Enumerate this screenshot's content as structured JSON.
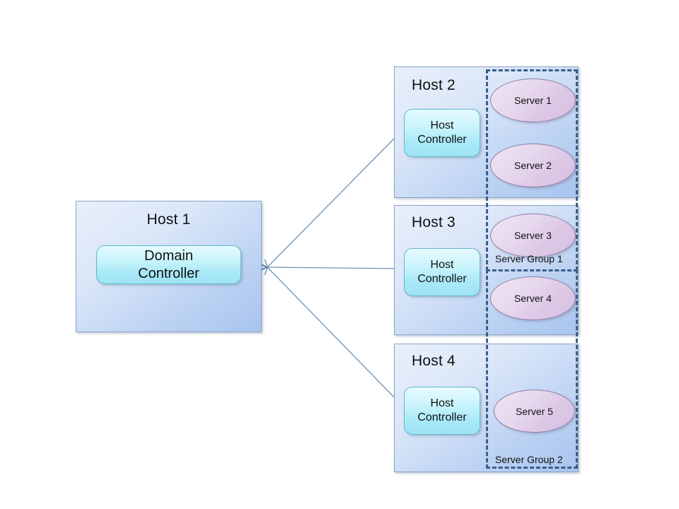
{
  "diagram": {
    "title_text": "",
    "colors": {
      "host_border": "#8aa4c8",
      "host_fill_light": "#e8effa",
      "host_fill_dark": "#a8c4ee",
      "controller_border": "#63b8cc",
      "controller_fill": "#c8f3fb",
      "server_border": "#8e7fa8",
      "server_fill": "#ddc9e6",
      "group_dash": "#3a5e8c",
      "arrow": "#6d91b5"
    }
  },
  "hosts": [
    {
      "id": "host-1",
      "label": "Host 1",
      "controller": {
        "line1": "Domain",
        "line2": "Controller"
      }
    },
    {
      "id": "host-2",
      "label": "Host 2",
      "controller": {
        "line1": "Host",
        "line2": "Controller"
      }
    },
    {
      "id": "host-3",
      "label": "Host 3",
      "controller": {
        "line1": "Host",
        "line2": "Controller"
      }
    },
    {
      "id": "host-4",
      "label": "Host 4",
      "controller": {
        "line1": "Host",
        "line2": "Controller"
      }
    }
  ],
  "servers": [
    {
      "id": "server-1",
      "label": "Server 1",
      "host": "host-2",
      "group": "server-group-1"
    },
    {
      "id": "server-2",
      "label": "Server 2",
      "host": "host-2",
      "group": "server-group-1"
    },
    {
      "id": "server-3",
      "label": "Server 3",
      "host": "host-3",
      "group": "server-group-1"
    },
    {
      "id": "server-4",
      "label": "Server 4",
      "host": "host-3",
      "group": "server-group-2"
    },
    {
      "id": "server-5",
      "label": "Server 5",
      "host": "host-4",
      "group": "server-group-2"
    }
  ],
  "server_groups": [
    {
      "id": "server-group-1",
      "label": "Server Group 1",
      "members": [
        "Server 1",
        "Server 2",
        "Server 3"
      ]
    },
    {
      "id": "server-group-2",
      "label": "Server Group 2",
      "members": [
        "Server 4",
        "Server 5"
      ]
    }
  ],
  "connections": [
    {
      "from": "Domain Controller",
      "to": "Host 2 Host Controller",
      "style": "bidirectional"
    },
    {
      "from": "Domain Controller",
      "to": "Host 3 Host Controller",
      "style": "bidirectional"
    },
    {
      "from": "Domain Controller",
      "to": "Host 4 Host Controller",
      "style": "bidirectional"
    },
    {
      "from": "Host 2 Host Controller",
      "to": "Server 1",
      "style": "bidirectional"
    },
    {
      "from": "Host 2 Host Controller",
      "to": "Server 2",
      "style": "bidirectional"
    },
    {
      "from": "Host 3 Host Controller",
      "to": "Server 3",
      "style": "bidirectional"
    },
    {
      "from": "Host 3 Host Controller",
      "to": "Server 4",
      "style": "bidirectional"
    },
    {
      "from": "Host 4 Host Controller",
      "to": "Server 5",
      "style": "bidirectional"
    }
  ]
}
